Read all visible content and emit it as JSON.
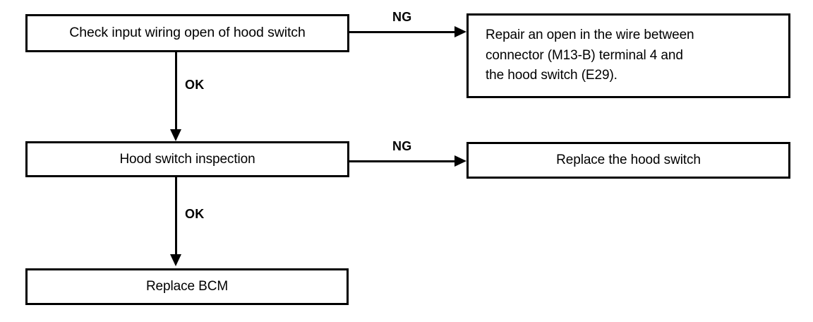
{
  "diagram": {
    "title": "Hood switch diagnostic flowchart",
    "type": "flowchart",
    "background_color": "#ffffff",
    "line_color": "#000000",
    "nodes": [
      {
        "id": "check-input-wiring",
        "label": "Check input wiring open of hood switch",
        "shape": "rectangle"
      },
      {
        "id": "repair-open-wire",
        "label": "Repair an open in the wire between\nconnector (M13-B) terminal 4 and\nthe hood switch (E29).",
        "shape": "rectangle"
      },
      {
        "id": "hood-switch-inspection",
        "label": "Hood switch inspection",
        "shape": "rectangle"
      },
      {
        "id": "replace-hood-switch",
        "label": "Replace the hood switch",
        "shape": "rectangle"
      },
      {
        "id": "replace-bcm",
        "label": "Replace BCM",
        "shape": "rectangle"
      }
    ],
    "edges": [
      {
        "id": "edge-check-to-repair",
        "from": "check-input-wiring",
        "to": "repair-open-wire",
        "label": "NG",
        "direction": "right"
      },
      {
        "id": "edge-check-to-inspection",
        "from": "check-input-wiring",
        "to": "hood-switch-inspection",
        "label": "OK",
        "direction": "down"
      },
      {
        "id": "edge-inspection-to-replace-switch",
        "from": "hood-switch-inspection",
        "to": "replace-hood-switch",
        "label": "NG",
        "direction": "right"
      },
      {
        "id": "edge-inspection-to-bcm",
        "from": "hood-switch-inspection",
        "to": "replace-bcm",
        "label": "OK",
        "direction": "down"
      }
    ]
  }
}
